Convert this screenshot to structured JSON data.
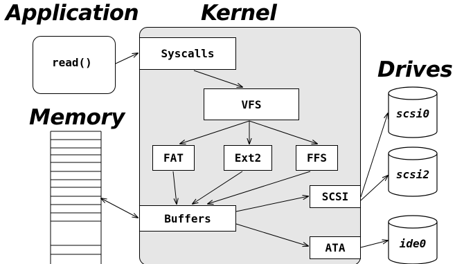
{
  "headings": {
    "application": "Application",
    "kernel": "Kernel",
    "memory": "Memory",
    "drives": "Drives"
  },
  "application": {
    "call": "read()"
  },
  "kernel": {
    "syscalls": "Syscalls",
    "vfs": "VFS",
    "fat": "FAT",
    "ext2": "Ext2",
    "ffs": "FFS",
    "buffers": "Buffers",
    "scsi": "SCSI",
    "ata": "ATA"
  },
  "drives": [
    "scsi0",
    "scsi2",
    "ide0"
  ],
  "colors": {
    "kernel_fill": "#e6e6e6",
    "stroke": "#000000"
  }
}
